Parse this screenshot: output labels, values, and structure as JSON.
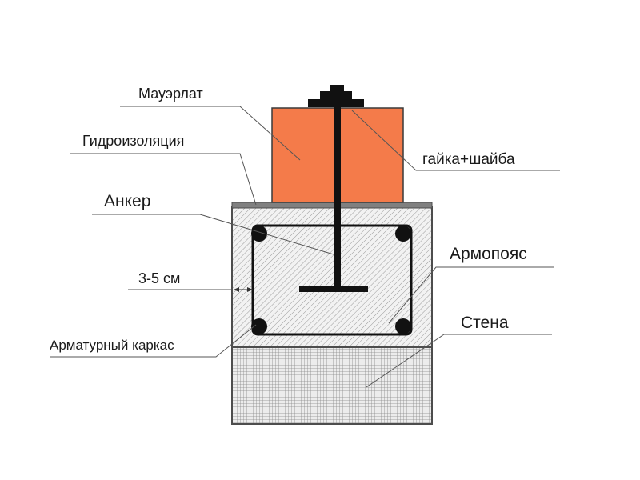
{
  "labels": {
    "mauerlat": "Мауэрлат",
    "waterproofing": "Гидроизоляция",
    "nut_washer": "гайка+шайба",
    "anchor": "Анкер",
    "armopoyas": "Армопояс",
    "gap": "3-5 см",
    "stena": "Стена",
    "cage": "Арматурный каркас"
  },
  "colors": {
    "beam": "#f47b4a",
    "steel": "#111111",
    "concrete_fill": "#e6e6e6",
    "wall_fill": "#d9d9d9",
    "waterproof_layer": "#808080",
    "leader_line": "#555555"
  }
}
